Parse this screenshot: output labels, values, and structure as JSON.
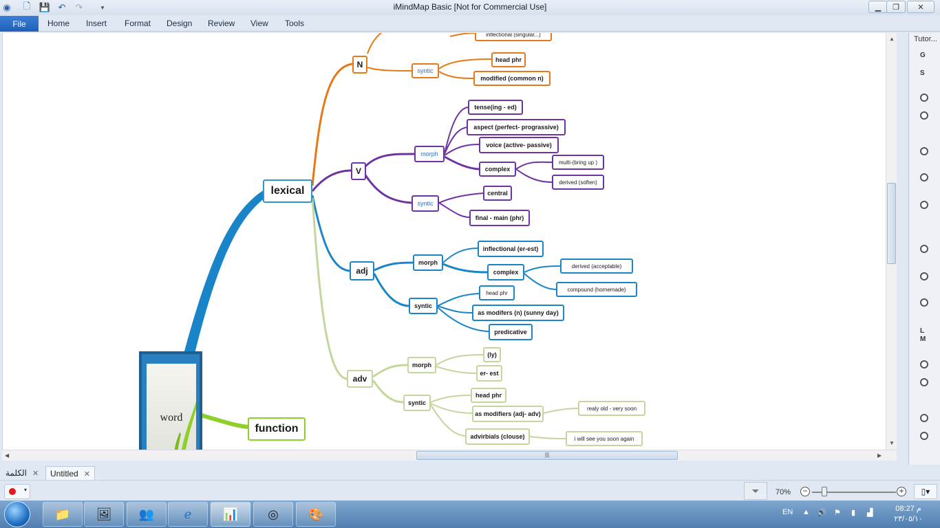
{
  "window": {
    "title": "iMindMap Basic [Not for Commercial Use]",
    "minimize": "▁",
    "maximize": "❐",
    "close": "✕"
  },
  "ribbon": {
    "file": "File",
    "tabs": [
      "Home",
      "Insert",
      "Format",
      "Design",
      "Review",
      "View",
      "Tools"
    ]
  },
  "right_panel": {
    "title": "Tutor...",
    "letters": [
      "G",
      "S",
      "L",
      "M"
    ]
  },
  "mindmap": {
    "central": "word",
    "branches": {
      "lexical": "lexical",
      "function": "function",
      "n": "N",
      "v": "V",
      "adj": "adj",
      "adv": "adv"
    },
    "n_nodes": {
      "top_cut": "inflectional (singular...)",
      "syntic": "syntic",
      "head_phr": "head phr",
      "modified": "modified (common n)"
    },
    "v_nodes": {
      "morph": "morph",
      "tense": "tense(ing - ed)",
      "aspect": "aspect (perfect- prograssive)",
      "voice": "voice (active- passive)",
      "complex": "complex",
      "multi": "multi-(bring up )",
      "derived": "derived (soften)",
      "syntic": "syntic",
      "central": "central",
      "final": "final - main (phr)"
    },
    "adj_nodes": {
      "morph": "morph",
      "inflectional": "inflectional (er-est)",
      "complex": "complex",
      "derived": "derived (acceptable)",
      "compound": "compound (homemade)",
      "syntic": "syntic",
      "head_phr": "head phr",
      "as_modifiers": "as modifers (n) (sunny day)",
      "predicative": "predicative"
    },
    "adv_nodes": {
      "morph": "morph",
      "ly": "(ly)",
      "er_est": "er- est",
      "syntic": "syntic",
      "head_phr": "head phr",
      "as_modifiers": "as modifiers (adj- adv)",
      "really": "realy old - very soon",
      "adverbials": "advirbials (clouse)",
      "will_see": "i will see you soon again"
    }
  },
  "doc_tabs": [
    {
      "label": "الكلمة",
      "close": "✕"
    },
    {
      "label": "Untitled",
      "close": "✕"
    }
  ],
  "status": {
    "zoom": "70%",
    "zoom_value": 70
  },
  "taskbar": {
    "lang": "EN",
    "time": "08:27 م",
    "date": "٢٣/٠٥/١٠"
  },
  "colors": {
    "noun": "#e67816",
    "verb": "#6e33a3",
    "adj": "#1a84c9",
    "adv": "#c3d69b",
    "function": "#8fcf2a",
    "lexical": "#2d95d0"
  }
}
